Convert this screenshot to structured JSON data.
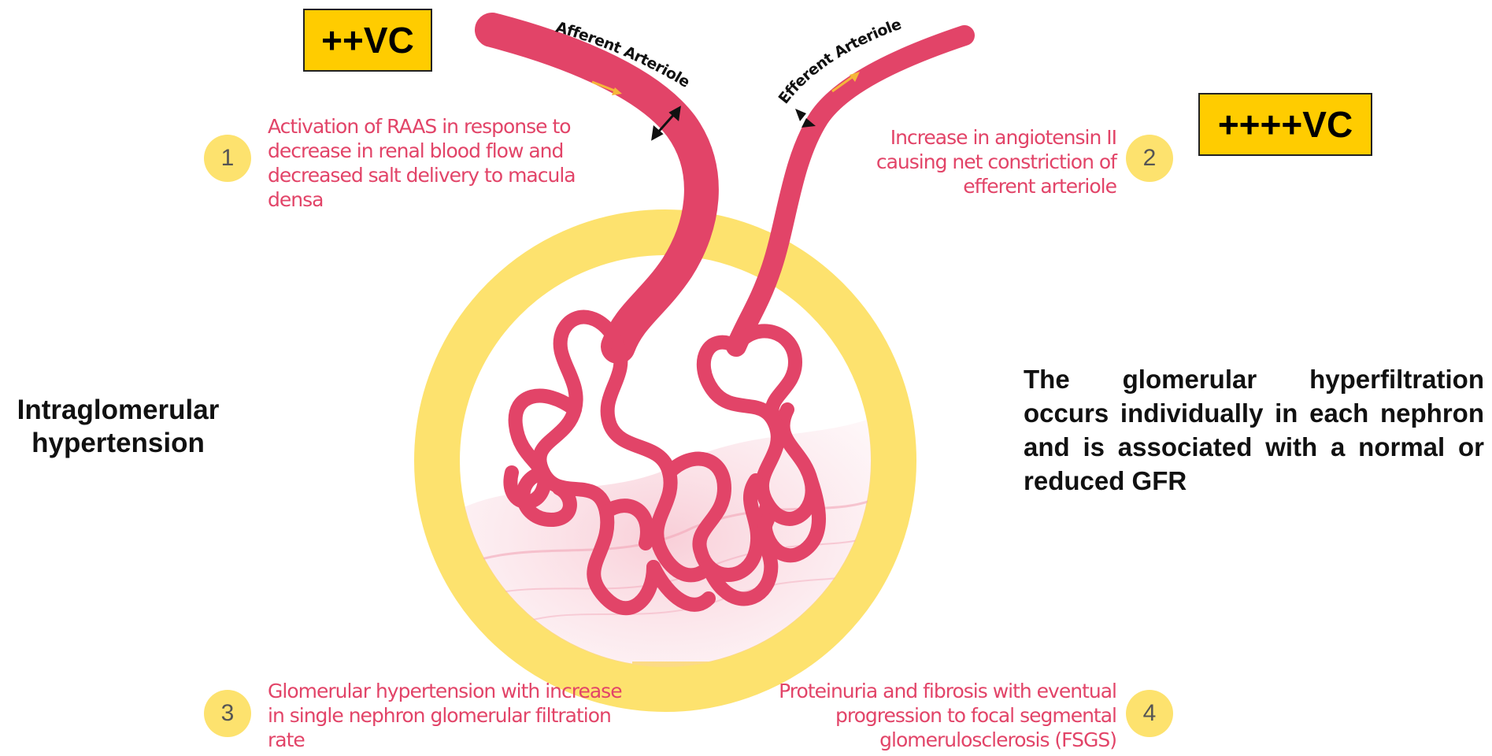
{
  "boxes": {
    "afferent_vc": "++VC",
    "efferent_vc": "++++VC"
  },
  "vessel_labels": {
    "afferent": "Afferent Arteriole",
    "efferent": "Efferent Arteriole"
  },
  "steps": [
    {
      "number": "1",
      "text": "Activation of RAAS in response to decrease in renal blood flow and decreased salt delivery to macula densa"
    },
    {
      "number": "2",
      "text": "Increase in angiotensin II causing net constriction of efferent arteriole"
    },
    {
      "number": "3",
      "text": "Glomerular hypertension with increase in single nephron glomerular filtration rate"
    },
    {
      "number": "4",
      "text": "Proteinuria and fibrosis with eventual progression to focal segmental glomerulosclerosis (FSGS)"
    }
  ],
  "side_title": "Intraglomerular hypertension",
  "description": "The glomerular hyperfiltration occurs individually in each nephron and is  associated with a normal or reduced GFR",
  "colors": {
    "capsule": "#fde26e",
    "vessel": "#e24468",
    "highlight_box": "#ffcc00",
    "arrow": "#f5b63a"
  }
}
